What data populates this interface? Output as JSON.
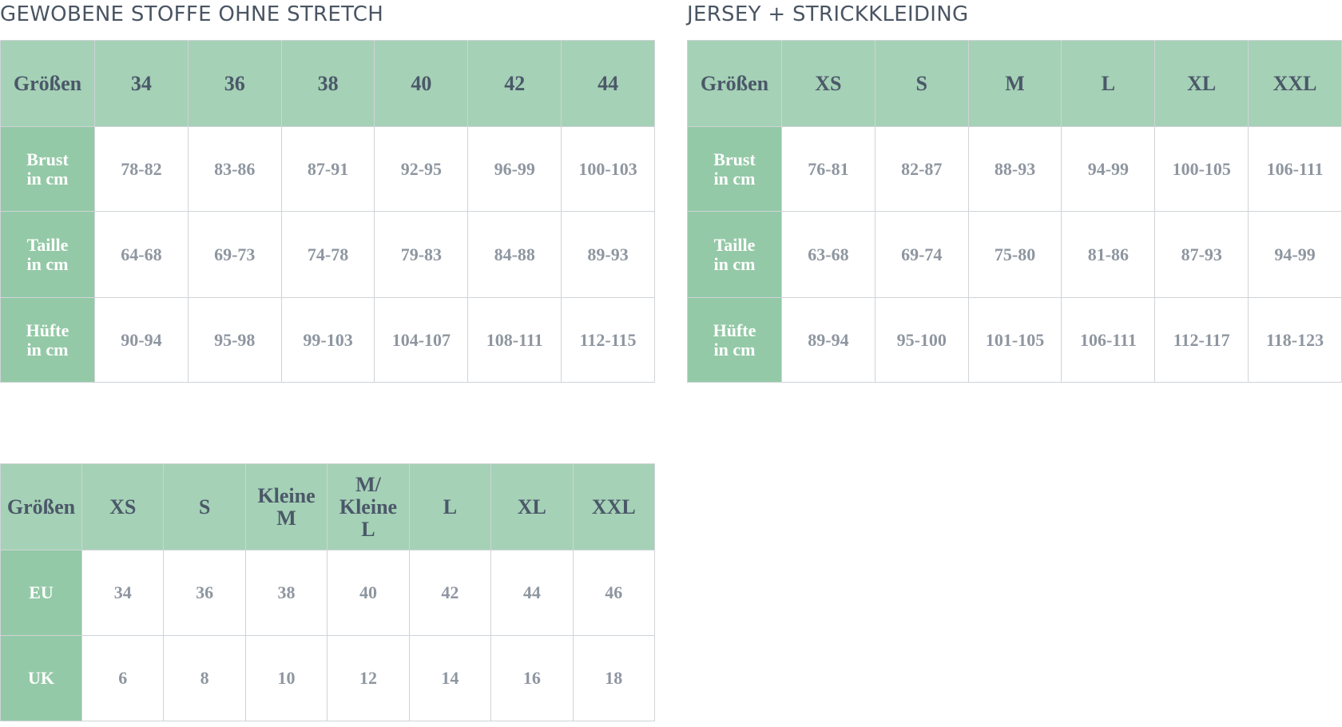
{
  "woven": {
    "title": "GEWOBENE STOFFE OHNE STRETCH",
    "header_label": "Größen",
    "sizes": [
      "34",
      "36",
      "38",
      "40",
      "42",
      "44"
    ],
    "rows": [
      {
        "label1": "Brust",
        "label2": "in cm",
        "values": [
          "78-82",
          "83-86",
          "87-91",
          "92-95",
          "96-99",
          "100-103"
        ]
      },
      {
        "label1": "Taille",
        "label2": "in cm",
        "values": [
          "64-68",
          "69-73",
          "74-78",
          "79-83",
          "84-88",
          "89-93"
        ]
      },
      {
        "label1": "Hüfte",
        "label2": "in cm",
        "values": [
          "90-94",
          "95-98",
          "99-103",
          "104-107",
          "108-111",
          "112-115"
        ]
      }
    ]
  },
  "jersey": {
    "title": "JERSEY + STRICKKLEIDING",
    "header_label": "Größen",
    "sizes": [
      "XS",
      "S",
      "M",
      "L",
      "XL",
      "XXL"
    ],
    "rows": [
      {
        "label1": "Brust",
        "label2": "in cm",
        "values": [
          "76-81",
          "82-87",
          "88-93",
          "94-99",
          "100-105",
          "106-111"
        ]
      },
      {
        "label1": "Taille",
        "label2": "in cm",
        "values": [
          "63-68",
          "69-74",
          "75-80",
          "81-86",
          "87-93",
          "94-99"
        ]
      },
      {
        "label1": "Hüfte",
        "label2": "in cm",
        "values": [
          "89-94",
          "95-100",
          "101-105",
          "106-111",
          "112-117",
          "118-123"
        ]
      }
    ]
  },
  "conversion": {
    "header_label": "Größen",
    "sizes": [
      {
        "lines": [
          "XS"
        ]
      },
      {
        "lines": [
          "S"
        ]
      },
      {
        "lines": [
          "Kleine",
          "M"
        ]
      },
      {
        "lines": [
          "M/",
          "Kleine",
          "L"
        ]
      },
      {
        "lines": [
          "L"
        ]
      },
      {
        "lines": [
          "XL"
        ]
      },
      {
        "lines": [
          "XXL"
        ]
      }
    ],
    "rows": [
      {
        "label": "EU",
        "values": [
          "34",
          "36",
          "38",
          "40",
          "42",
          "44",
          "46"
        ]
      },
      {
        "label": "UK",
        "values": [
          "6",
          "8",
          "10",
          "12",
          "14",
          "16",
          "18"
        ]
      }
    ]
  }
}
